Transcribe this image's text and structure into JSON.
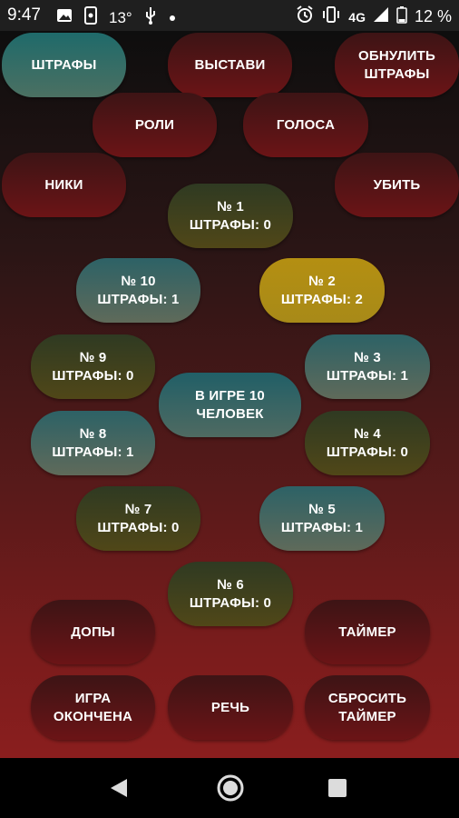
{
  "status_bar": {
    "time": "9:47",
    "temperature": "13°",
    "network": "4G",
    "battery_percent": "12 %",
    "icons": [
      "image-icon",
      "phone-settings-icon",
      "usb-icon",
      "dot-icon",
      "alarm-icon",
      "vibrate-icon",
      "signal-icon",
      "battery-icon"
    ]
  },
  "top_controls": {
    "fines": "ШТРАФЫ",
    "nominate": "ВЫСТАВИ",
    "reset_fines": "ОБНУЛИТЬ\nШТРАФЫ",
    "roles": "РОЛИ",
    "votes": "ГОЛОСА",
    "nicks": "НИКИ",
    "kill": "УБИТЬ"
  },
  "players": [
    {
      "number": "№ 1",
      "fines": "ШТРАФЫ: 0"
    },
    {
      "number": "№ 2",
      "fines": "ШТРАФЫ: 2"
    },
    {
      "number": "№ 3",
      "fines": "ШТРАФЫ: 1"
    },
    {
      "number": "№ 4",
      "fines": "ШТРАФЫ: 0"
    },
    {
      "number": "№ 5",
      "fines": "ШТРАФЫ: 1"
    },
    {
      "number": "№ 6",
      "fines": "ШТРАФЫ: 0"
    },
    {
      "number": "№ 7",
      "fines": "ШТРАФЫ: 0"
    },
    {
      "number": "№ 8",
      "fines": "ШТРАФЫ: 1"
    },
    {
      "number": "№ 9",
      "fines": "ШТРАФЫ: 0"
    },
    {
      "number": "№ 10",
      "fines": "ШТРАФЫ: 1"
    }
  ],
  "center": {
    "in_game": "В ИГРЕ 10\nЧЕЛОВЕК"
  },
  "bottom_controls": {
    "extras": "ДОПЫ",
    "timer": "ТАЙМЕР",
    "game_over": "ИГРА\nОКОНЧЕНА",
    "speech": "РЕЧЬ",
    "reset_timer": "СБРОСИТЬ\nТАЙМЕР"
  },
  "colors": {
    "red_button": "#6b1416",
    "teal_button": "#2d6266",
    "olive_button": "#504718",
    "yellow_button": "#b48f12"
  }
}
